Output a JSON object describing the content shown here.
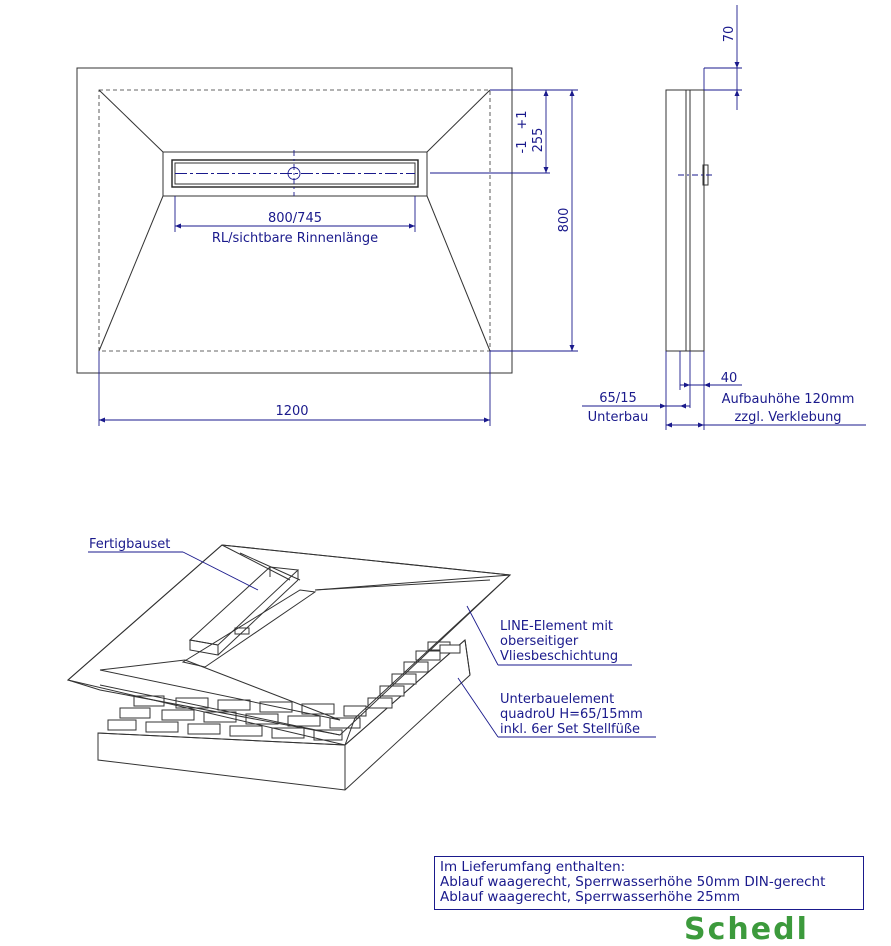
{
  "plan_view": {
    "dim_width": "1200",
    "dim_depth": "800",
    "dim_channel_length": "800/745",
    "dim_channel_caption": "RL/sichtbare Rinnenlänge",
    "dim_channel_offset": "255",
    "dim_tolerance_plus": "+1",
    "dim_tolerance_minus": "-1"
  },
  "side_view": {
    "dim_top": "70",
    "dim_40": "40",
    "dim_subbase": "65/15",
    "label_subbase": "Unterbau",
    "label_build_height": "Aufbauhöhe 120mm",
    "label_bonding": "zzgl. Verklebung"
  },
  "iso_view": {
    "label_fertigbauset": "Fertigbauset",
    "label_line_element": [
      "LINE-Element mit",
      "oberseitiger",
      "Vliesbeschichtung"
    ],
    "label_unterbau": [
      "Unterbauelement",
      "quadroU H=65/15mm",
      "inkl. 6er Set Stellfüße"
    ]
  },
  "delivery": {
    "heading": "Im Lieferumfang enthalten:",
    "item_1": "Ablauf waagerecht, Sperrwasserhöhe 50mm DIN-gerecht",
    "item_2": "Ablauf waagerecht, Sperrwasserhöhe 25mm"
  },
  "logo": {
    "text": "Schedl"
  },
  "colors": {
    "dimension": "#1a1a8c",
    "logo": "#3c9a3c",
    "line": "#333333"
  }
}
